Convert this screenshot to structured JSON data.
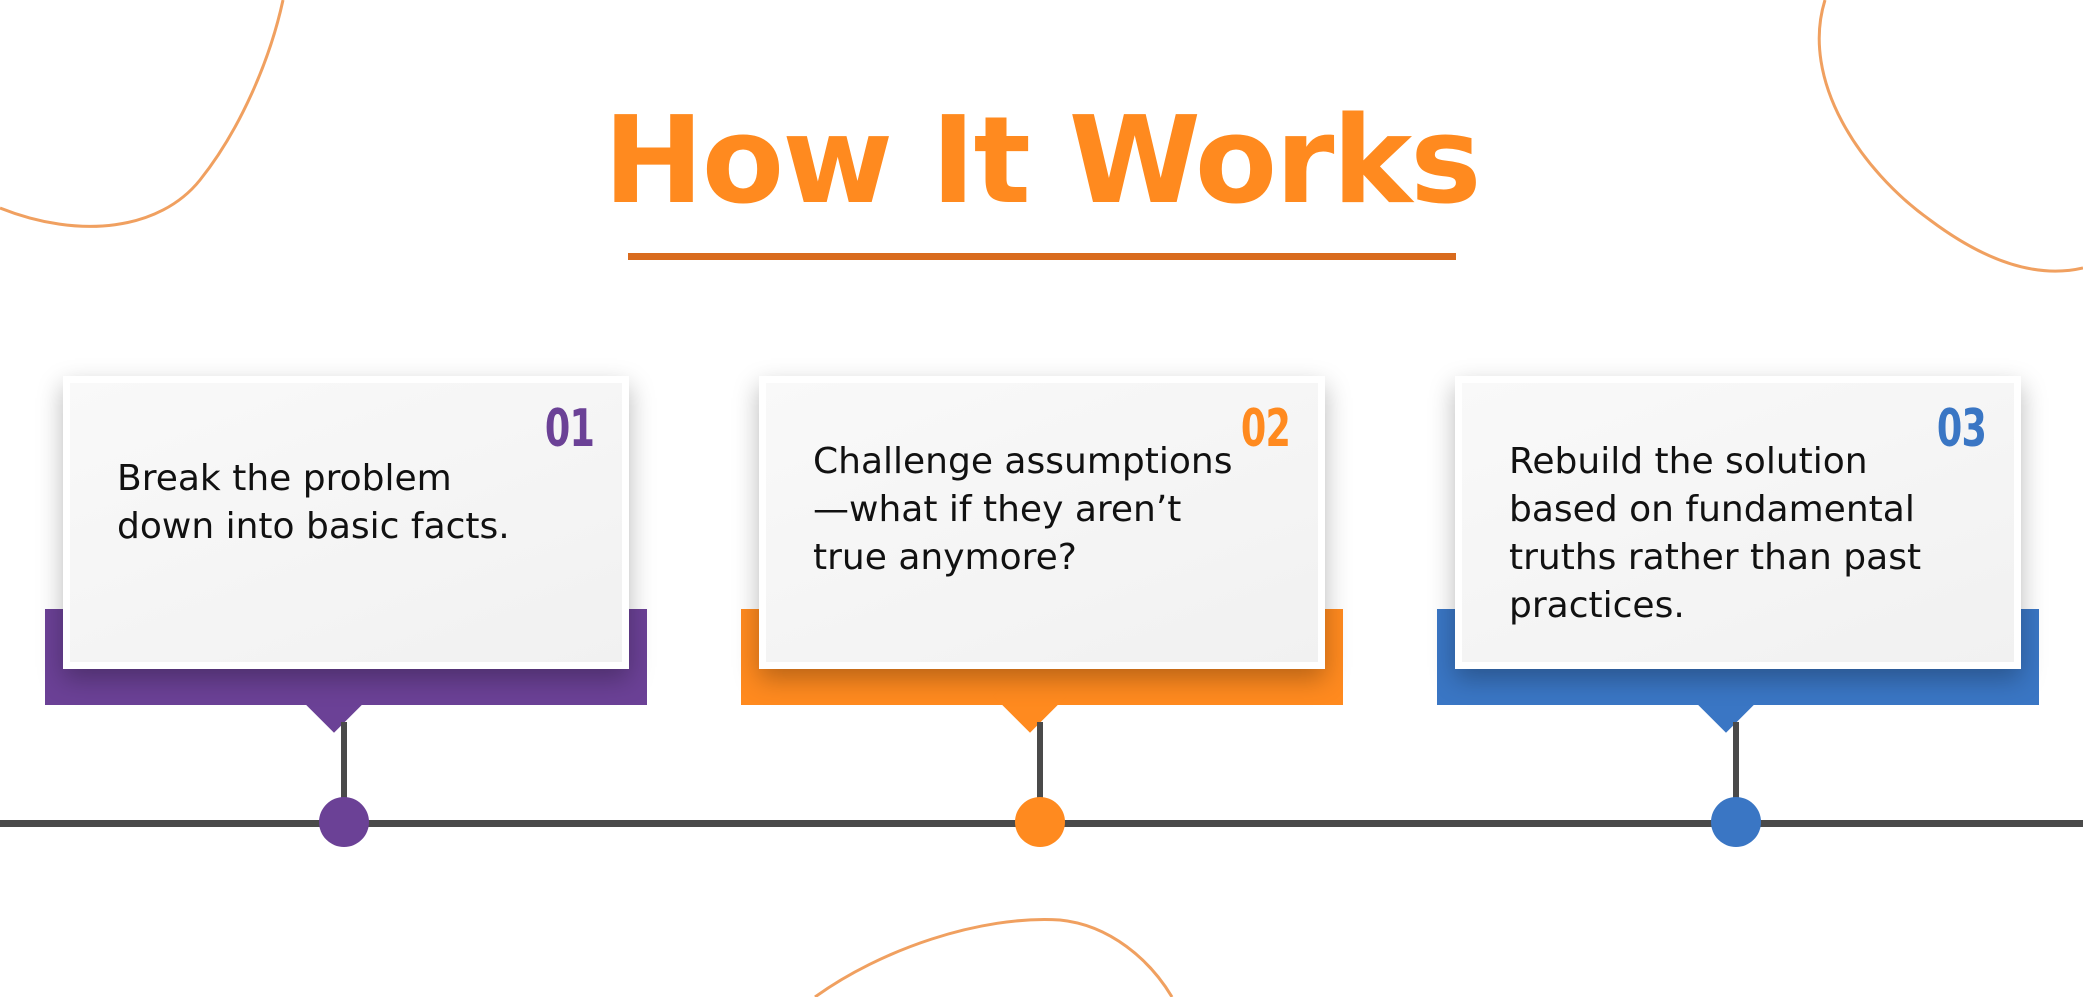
{
  "title": "How It Works",
  "colors": {
    "title": "#ff8a1f",
    "underline": "#d96b1e",
    "timeline": "#4a4a4a",
    "decorative_curves": "#f0a060"
  },
  "steps": [
    {
      "number": "01",
      "text": "Break the problem down into basic facts.",
      "color": "#6b4196"
    },
    {
      "number": "02",
      "text": "Challenge assumptions—what if they aren’t true anymore?",
      "color": "#ff8a1f"
    },
    {
      "number": "03",
      "text": "Rebuild the solution based on fundamental truths rather than past practices.",
      "color": "#3a76c4"
    }
  ]
}
